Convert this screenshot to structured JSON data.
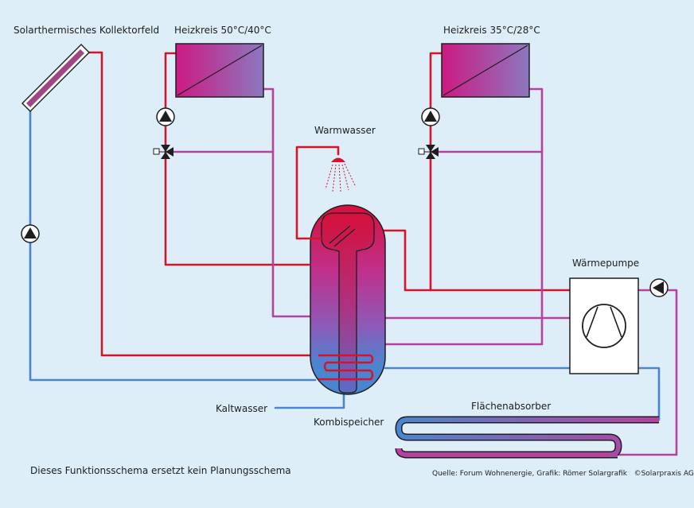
{
  "labels": {
    "collector": "Solarthermisches Kollektorfeld",
    "heating_circuit_1": "Heizkreis 50°C/40°C",
    "heating_circuit_2": "Heizkreis 35°C/28°C",
    "hot_water": "Warmwasser",
    "heat_pump": "Wärmepumpe",
    "cold_water": "Kaltwasser",
    "storage": "Kombispeicher",
    "absorber": "Flächenabsorber",
    "disclaimer": "Dieses Funktionsschema ersetzt kein Planungsschema",
    "source": "Quelle: Forum Wohnenergie, Grafik: Römer Solargrafik   ©Solarpraxis AG"
  },
  "colors": {
    "background": "#ddeef8",
    "hot_pipe": "#d4142a",
    "return_pipe": "#b8409e",
    "cold_pipe": "#4a86d0",
    "tank_hot": "#d6103c",
    "tank_cold": "#4a86d0"
  },
  "icons": {
    "pump": "pump-icon",
    "mixing_valve": "three-way-valve-icon",
    "shower": "shower-head-icon",
    "compressor": "compressor-icon",
    "radiator": "radiator-icon"
  }
}
